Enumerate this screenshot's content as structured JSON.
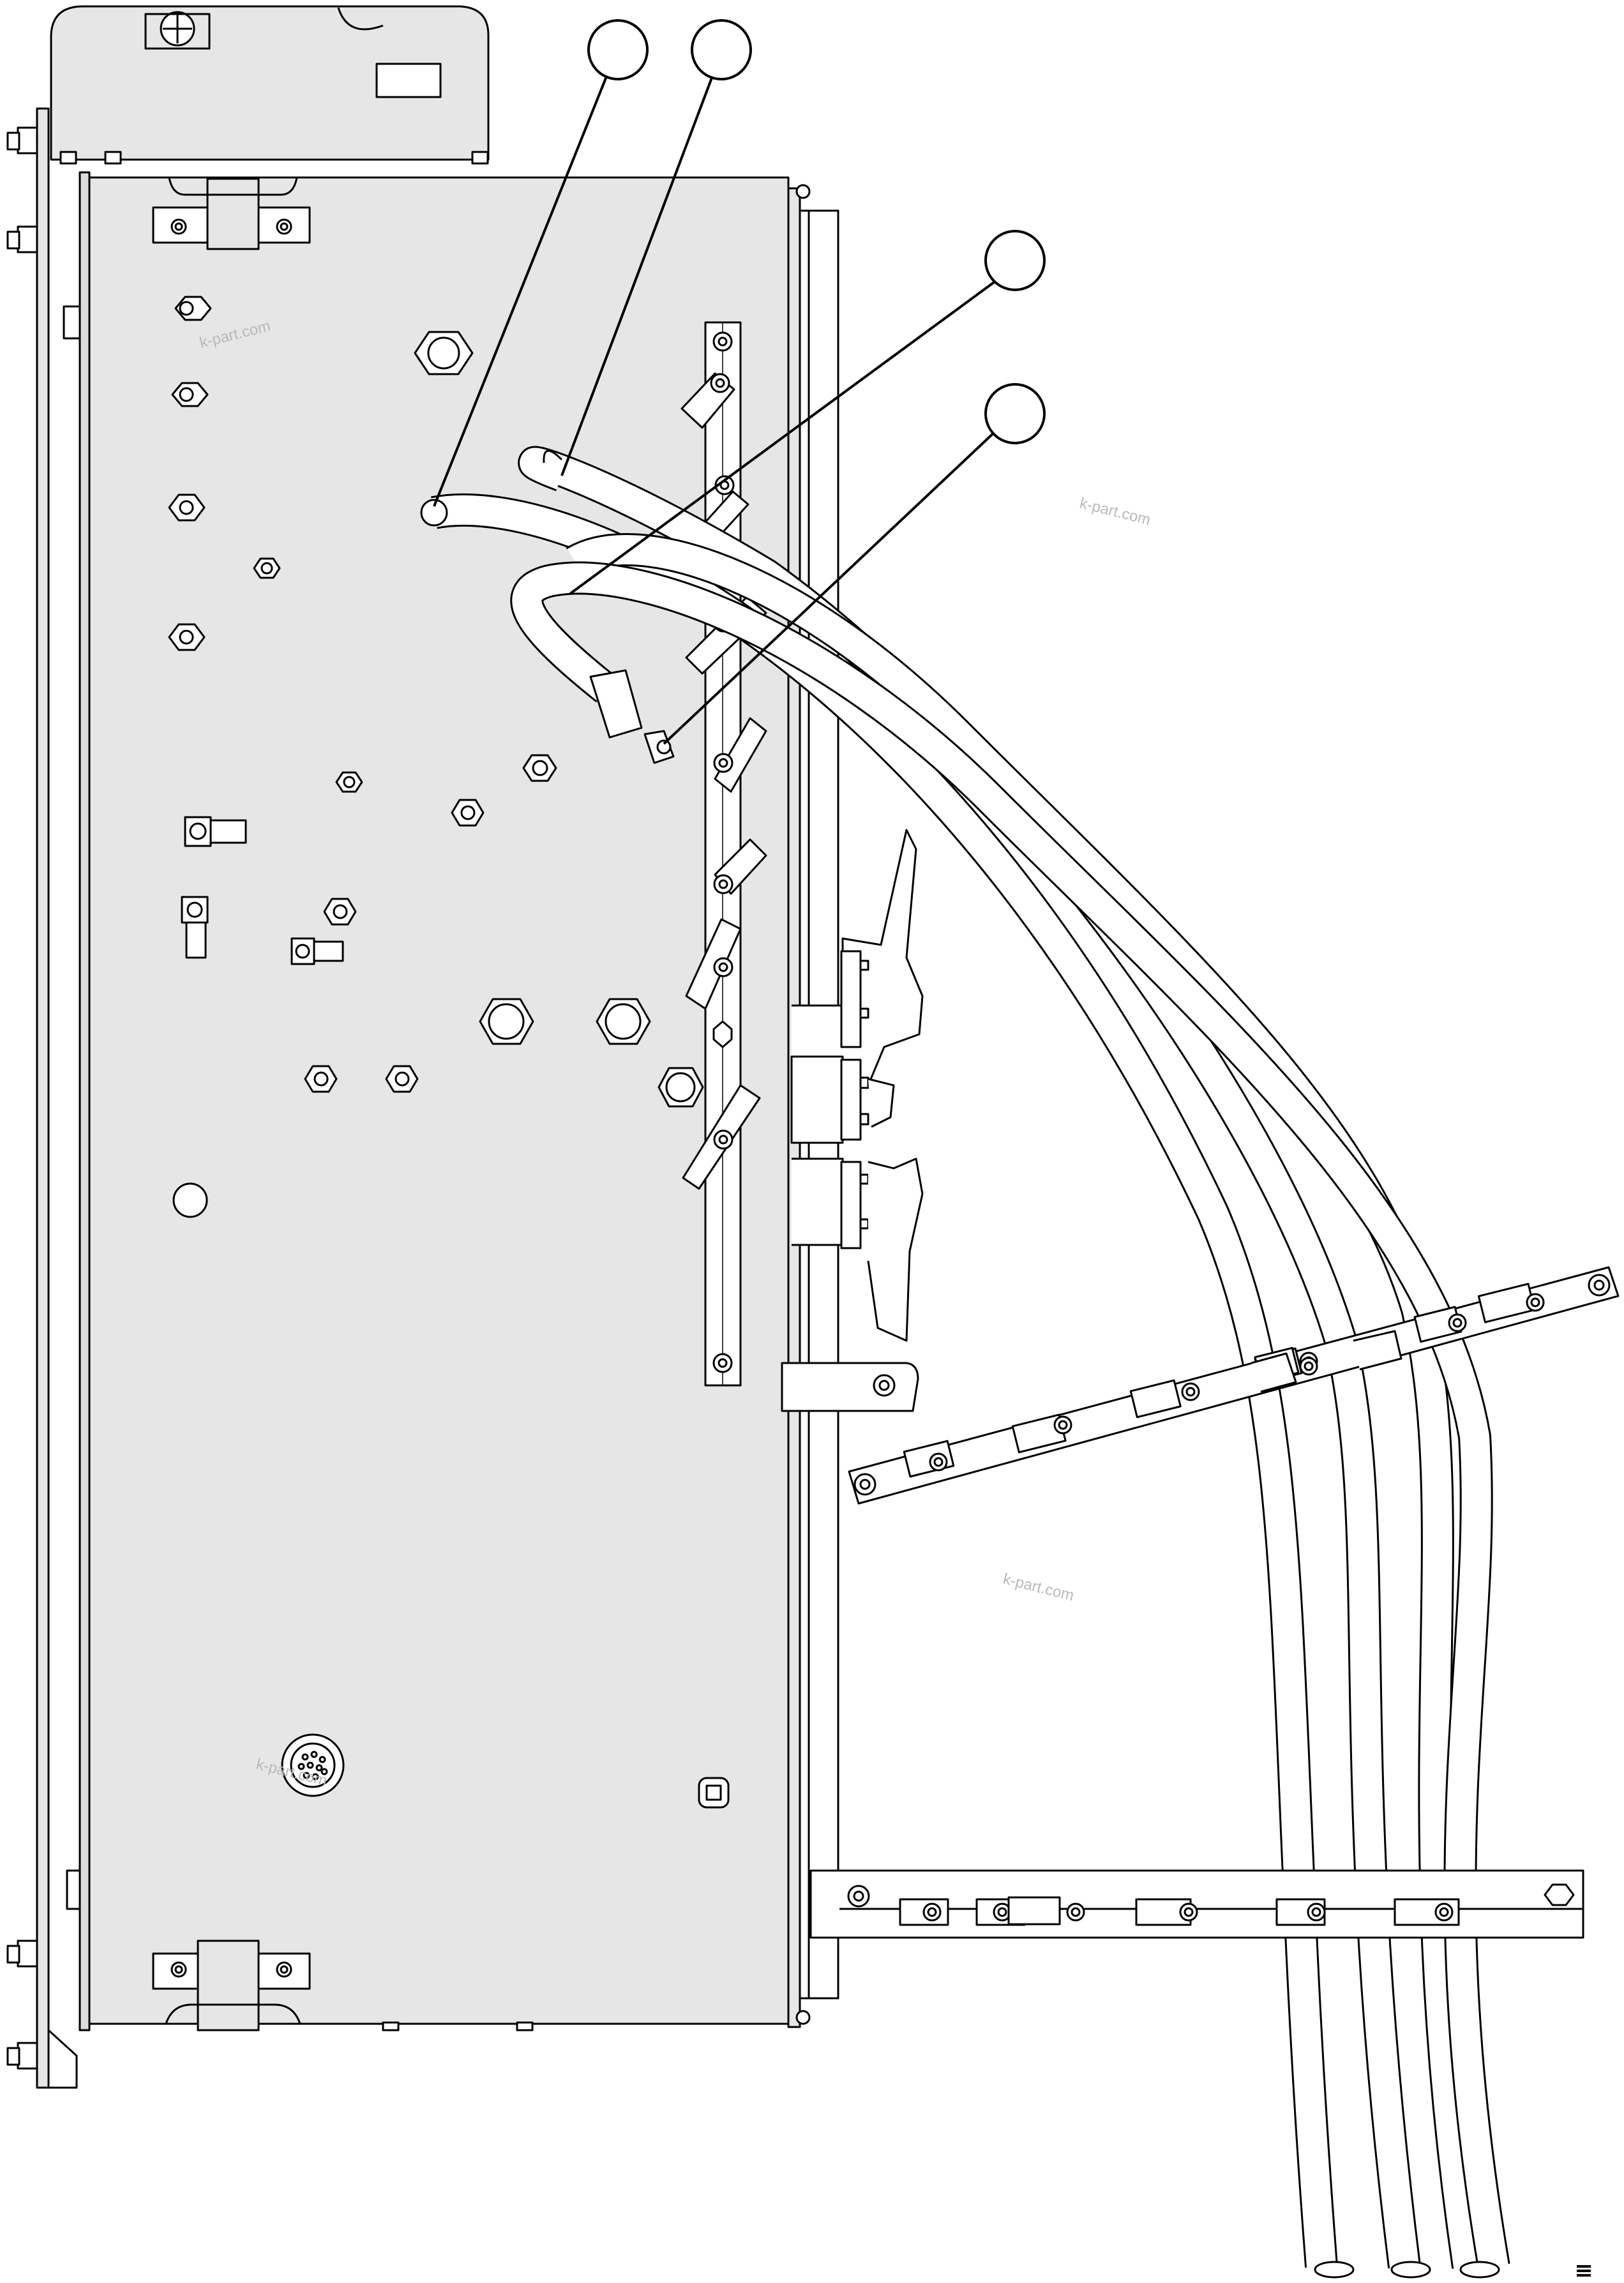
{
  "diagram": {
    "description_free": true,
    "callouts": [
      {
        "id": "callout-1",
        "label": ""
      },
      {
        "id": "callout-2",
        "label": ""
      },
      {
        "id": "callout-3",
        "label": ""
      },
      {
        "id": "callout-4",
        "label": ""
      }
    ],
    "watermarks": [
      "k-part.com",
      "k-part.com",
      "k-part.com",
      "k-part.com"
    ],
    "colors": {
      "line": "#000000",
      "panel": "#e6e6e6",
      "background": "#ffffff",
      "watermark": "#b9b9b9"
    }
  }
}
